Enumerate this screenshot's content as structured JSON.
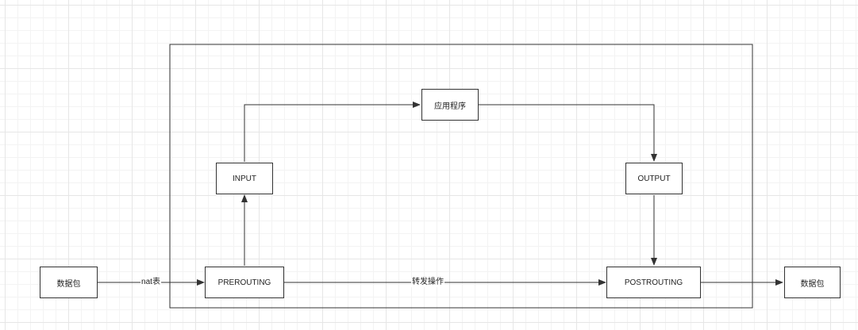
{
  "nodes": {
    "packet_in": "数据包",
    "prerouting": "PREROUTING",
    "input": "INPUT",
    "application": "应用程序",
    "output": "OUTPUT",
    "postrouting": "POSTROUTING",
    "packet_out": "数据包"
  },
  "edges": {
    "nat_label": "nat表",
    "forward_label": "转发操作"
  },
  "colors": {
    "stroke": "#333333",
    "grid": "#e6e6e6"
  }
}
